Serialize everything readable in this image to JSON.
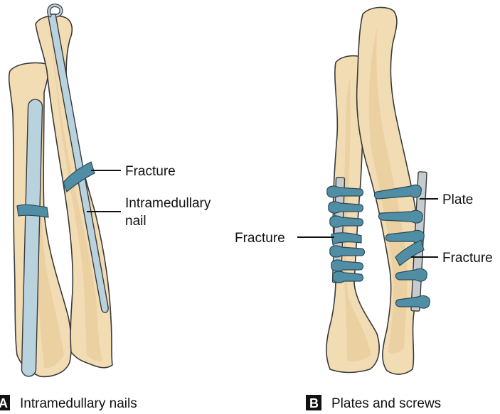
{
  "panels": {
    "a": {
      "badge": "A",
      "caption": "Intramedullary nails",
      "labels": {
        "fracture": "Fracture",
        "nail_line1": "Intramedullary",
        "nail_line2": "nail"
      }
    },
    "b": {
      "badge": "B",
      "caption": "Plates and screws",
      "labels": {
        "plate": "Plate",
        "fracture_right": "Fracture",
        "fracture_left": "Fracture"
      }
    }
  },
  "colors": {
    "bone": "#f2dcb4",
    "implant_blue": "#4f8ea5",
    "nail": "#b8d2de",
    "plate": "#c5ccd1"
  }
}
